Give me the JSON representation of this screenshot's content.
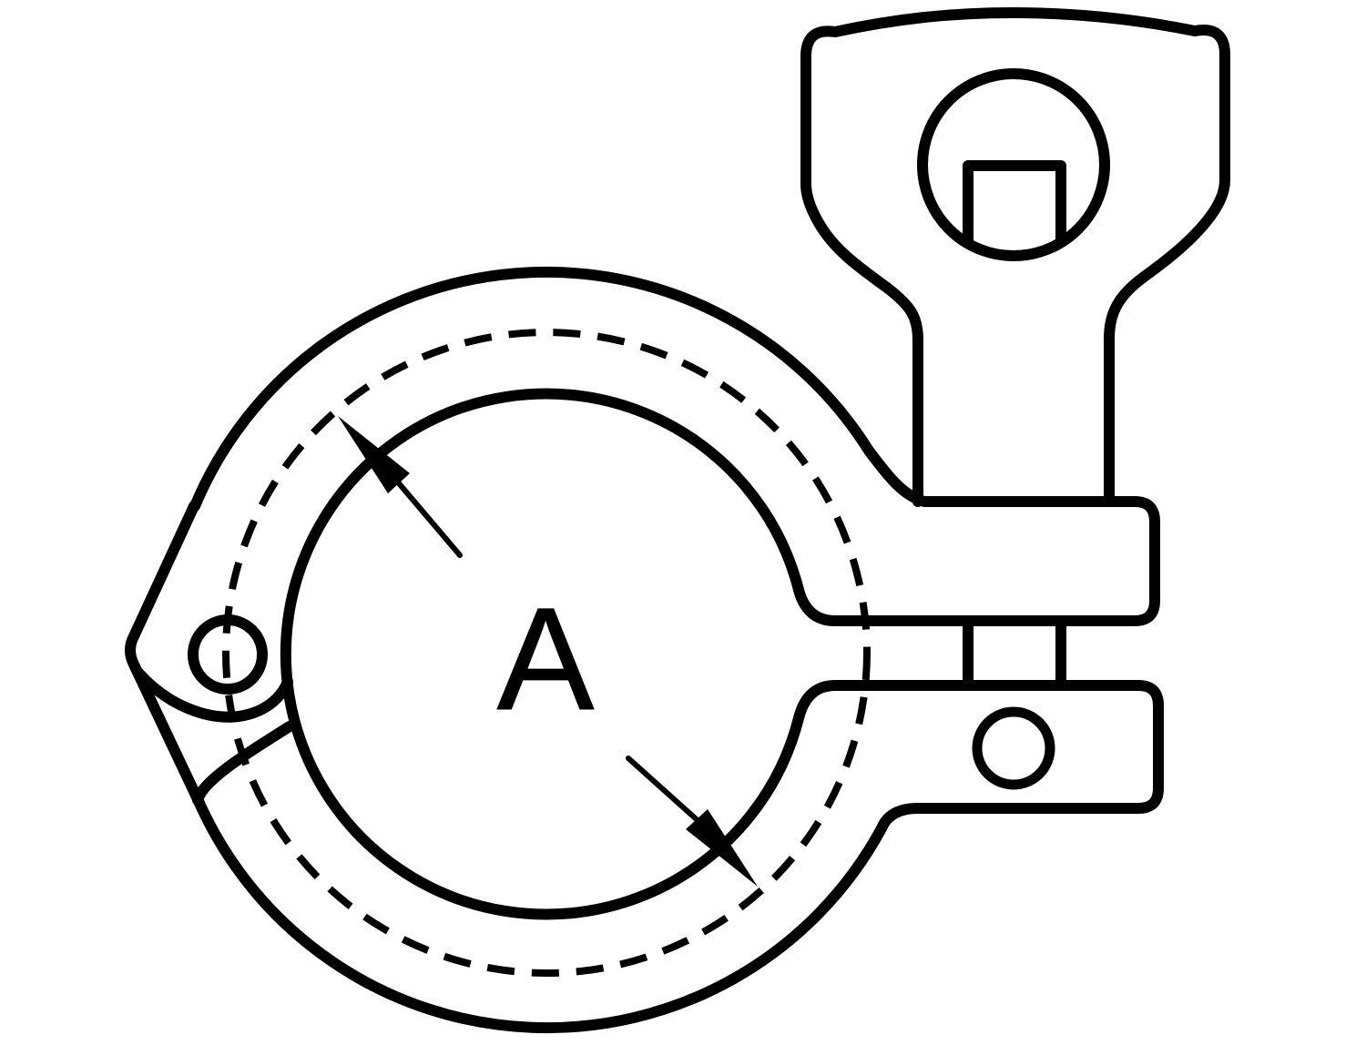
{
  "diagram": {
    "kind": "technical-drawing",
    "subject": "single-pin heavy duty hinged clamp with wing nut",
    "dimension_label": "A",
    "stroke_color": "#000000",
    "background_color": "#ffffff"
  }
}
